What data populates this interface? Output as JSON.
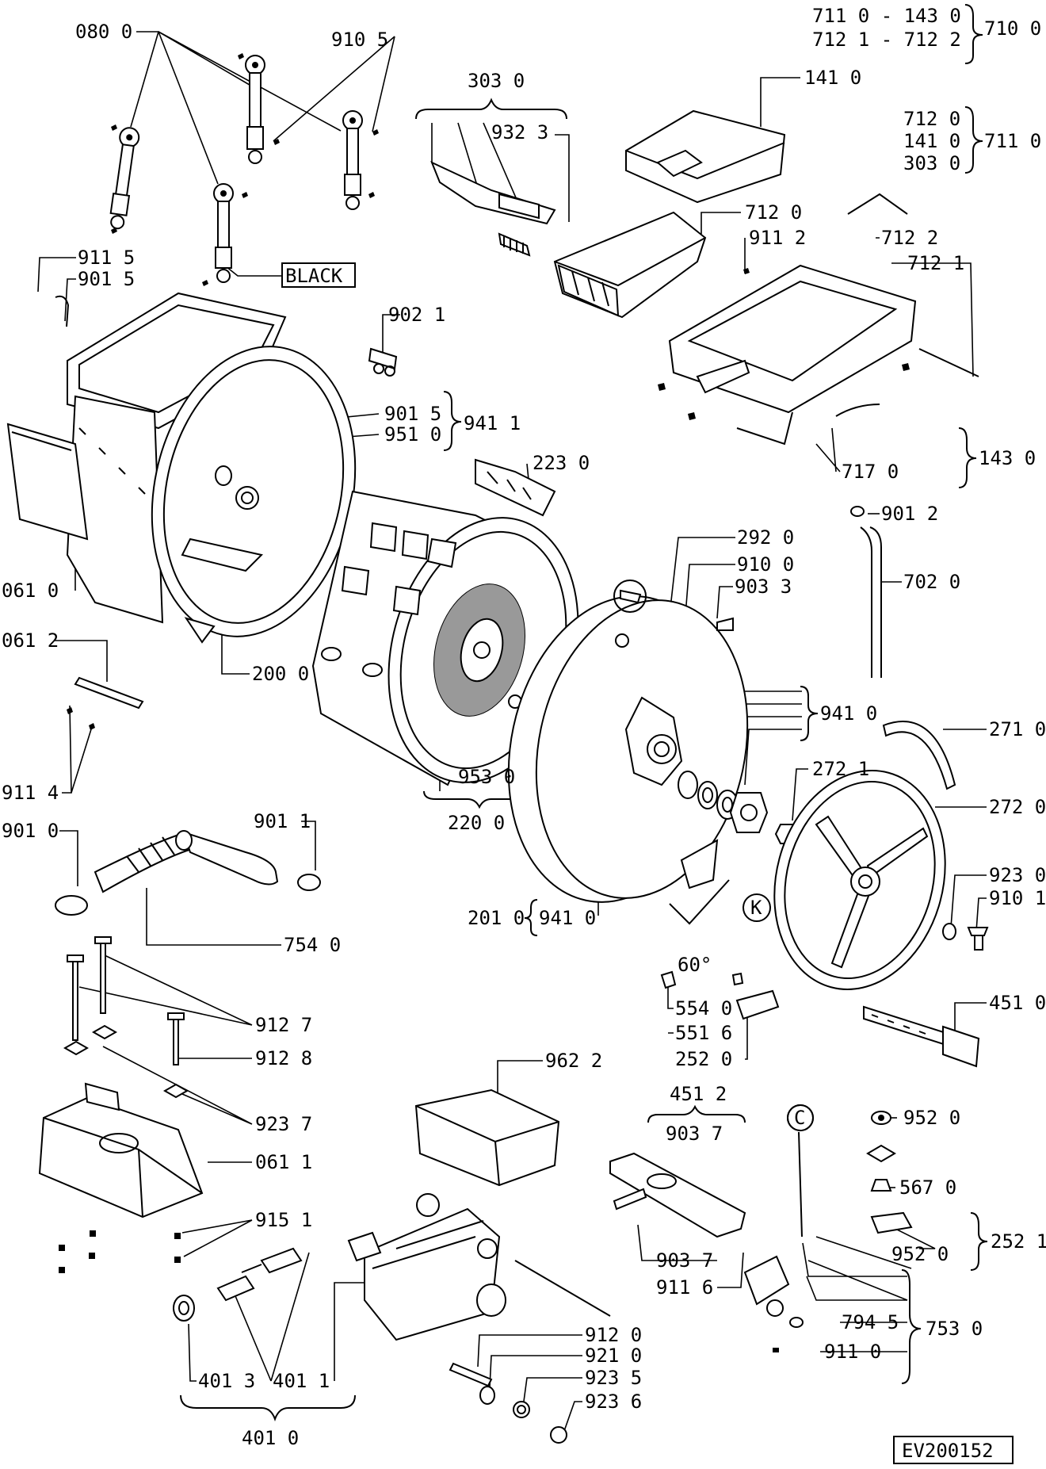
{
  "labels": {
    "l_0800": "080 0",
    "l_9105_top": "910 5",
    "l_7110": "711 0 - 143 0",
    "l_7121": "712 1 - 712 2",
    "l_7100": "710 0",
    "l_3030": "303 0",
    "l_1410": "141 0",
    "l_9323": "932 3",
    "l_7120_r": "712 0",
    "l_1410_r": "141 0",
    "l_3030_r": "303 0",
    "l_7110_r": "711 0",
    "l_7120": "712 0",
    "l_9112": "911 2",
    "l_7122": "712 2",
    "l_7121b": "712 1",
    "l_9115": "911 5",
    "l_9015_left": "901 5",
    "l_black": "BLACK",
    "l_9021": "902 1",
    "l_9015": "901 5",
    "l_9510": "951 0",
    "l_9411": "941 1",
    "l_2230": "223 0",
    "l_1430": "143 0",
    "l_7170": "717 0",
    "l_9012": "901 2",
    "l_0610": "061 0",
    "l_2920": "292 0",
    "l_9100": "910 0",
    "l_9033": "903 3",
    "l_7020": "702 0",
    "l_0612": "061 2",
    "l_2000": "200 0",
    "l_9410": "941 0",
    "l_2710": "271 0",
    "l_9530": "953 0",
    "l_2721": "272 1",
    "l_9114": "911 4",
    "l_2200": "220 0",
    "l_2720": "272 0",
    "l_9010": "901 0",
    "l_9011": "901 1",
    "l_9230": "923 0",
    "l_9101": "910 1",
    "l_2010": "201 0",
    "l_9410b": "941 0",
    "l_7540": "754 0",
    "l_k": "K",
    "l_60": "60°",
    "l_9127": "912 7",
    "l_5540": "554 0",
    "l_4510": "451 0",
    "l_5516": "551 6",
    "l_9128": "912 8",
    "l_2520": "252 0",
    "l_9622": "962 2",
    "l_4512": "451 2",
    "l_c": "C",
    "l_9037": "903 7",
    "l_9520": "952 0",
    "l_9237": "923 7",
    "l_0611": "061 1",
    "l_5670": "567 0",
    "l_9151": "915 1",
    "l_9520b": "952 0",
    "l_2521": "252 1",
    "l_9037b": "903 7",
    "l_9116": "911 6",
    "l_7530": "753 0",
    "l_9120": "912 0",
    "l_7945": "794 5",
    "l_9210": "921 0",
    "l_4013": "401 3",
    "l_4011": "401 1",
    "l_9110": "911 0",
    "l_9235": "923 5",
    "l_9236": "923 6",
    "l_4010": "401 0",
    "l_ref": "EV200152"
  }
}
